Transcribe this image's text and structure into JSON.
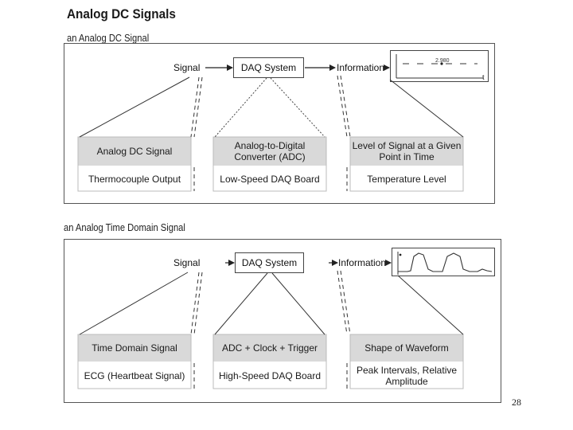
{
  "title": "Analog DC Signals",
  "section1": {
    "subtitle": "an Analog DC Signal",
    "flow": {
      "signal": "Signal",
      "system": "DAQ System",
      "information": "Information"
    },
    "chart_reading": "2.980",
    "chart_axis": "t",
    "columns": [
      {
        "header": "Analog DC Signal",
        "detail": "Thermocouple Output"
      },
      {
        "header": "Analog-to-Digital Converter (ADC)",
        "detail": "Low-Speed DAQ Board"
      },
      {
        "header": "Level of Signal at a Given Point in Time",
        "detail": "Temperature Level"
      }
    ]
  },
  "section2": {
    "subtitle": "an Analog Time Domain Signal",
    "flow": {
      "signal": "Signal",
      "system": "DAQ System",
      "information": "Information"
    },
    "columns": [
      {
        "header": "Time Domain Signal",
        "detail": "ECG (Heartbeat Signal)"
      },
      {
        "header": "ADC + Clock + Trigger",
        "detail": "High-Speed DAQ Board"
      },
      {
        "header": "Shape of Waveform",
        "detail": "Peak Intervals, Relative Amplitude"
      }
    ]
  },
  "page_number": "28"
}
